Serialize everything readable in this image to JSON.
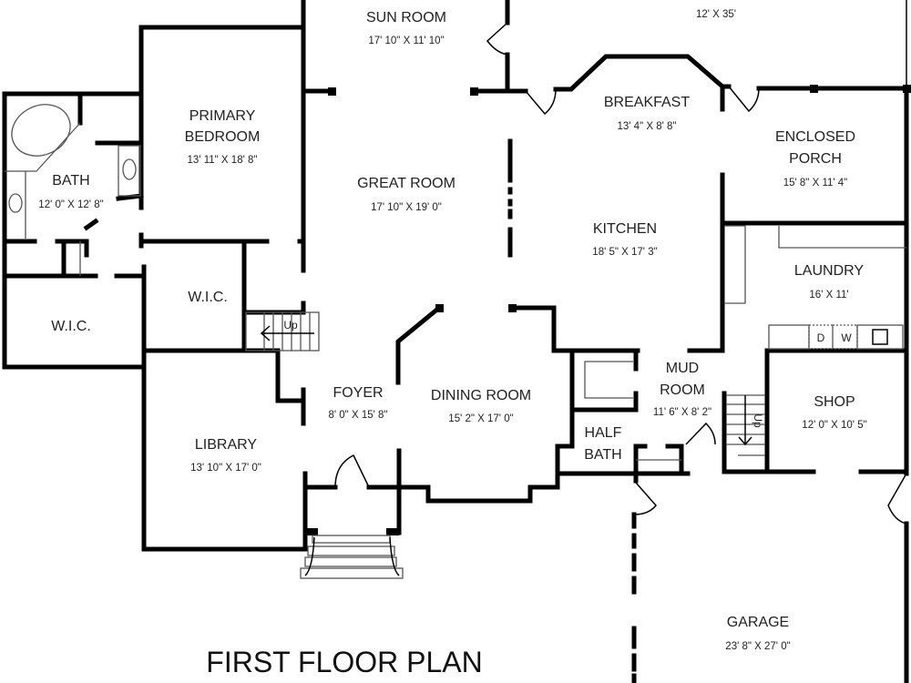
{
  "title": "FIRST FLOOR PLAN",
  "rooms": {
    "sun_room": {
      "name": "SUN ROOM",
      "dims": "17' 10\" X 11' 10\""
    },
    "deck": {
      "dims": "12' X 35'"
    },
    "primary_bedroom": {
      "name1": "PRIMARY",
      "name2": "BEDROOM",
      "dims": "13' 11\" X 18' 8\""
    },
    "bath": {
      "name": "BATH",
      "dims": "12' 0\" X 12' 8\""
    },
    "great_room": {
      "name": "GREAT ROOM",
      "dims": "17' 10\" X 19' 0\""
    },
    "breakfast": {
      "name": "BREAKFAST",
      "dims": "13' 4\" X 8' 8\""
    },
    "enclosed_porch": {
      "name1": "ENCLOSED",
      "name2": "PORCH",
      "dims": "15' 8\" X 11' 4\""
    },
    "kitchen": {
      "name": "KITCHEN",
      "dims": "18' 5\" X 17' 3\""
    },
    "laundry": {
      "name": "LAUNDRY",
      "dims": "16' X 11'"
    },
    "wic_1": {
      "name": "W.I.C."
    },
    "wic_2": {
      "name": "W.I.C."
    },
    "foyer": {
      "name": "FOYER",
      "dims": "8' 0\" X 15' 8\""
    },
    "dining_room": {
      "name": "DINING ROOM",
      "dims": "15' 2\" X 17' 0\""
    },
    "mud_room": {
      "name1": "MUD",
      "name2": "ROOM",
      "dims": "11' 6\" X 8' 2\""
    },
    "half_bath": {
      "name1": "HALF",
      "name2": "BATH"
    },
    "shop": {
      "name": "SHOP",
      "dims": "12' 0\" X 10' 5\""
    },
    "library": {
      "name": "LIBRARY",
      "dims": "13' 10\" X 17' 0\""
    },
    "garage": {
      "name": "GARAGE",
      "dims": "23' 8\" X 27' 0\""
    }
  },
  "fixtures": {
    "stair_up_label": "Up",
    "dryer": "D",
    "washer": "W"
  }
}
